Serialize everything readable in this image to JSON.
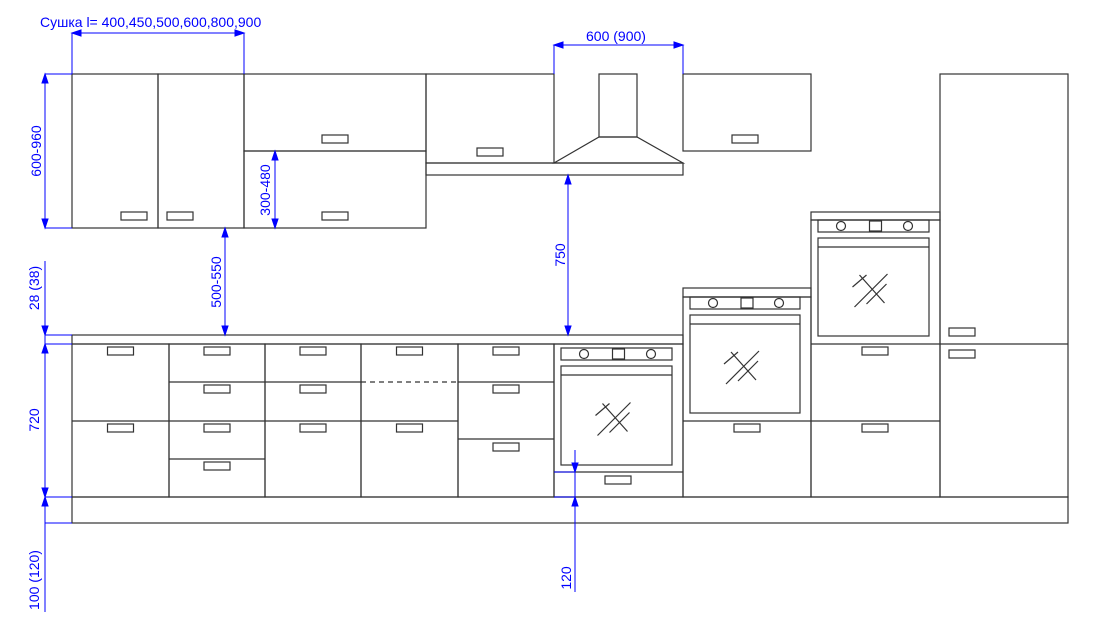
{
  "drawing": {
    "title": "Kitchen elevation",
    "colors": {
      "lines": "#333333",
      "dimensions": "#0000ff"
    },
    "dimensions": {
      "dryer_width": "Сушка l= 400,450,500,600,800,900",
      "hood_width": "600 (900)",
      "upper_height": "600-960",
      "upper_lower_part": "300-480",
      "gap_upper_counter": "500-550",
      "hood_to_counter": "750",
      "countertop": "28 (38)",
      "base_height": "720",
      "plinth": "100 (120)",
      "oven_offset": "120"
    }
  }
}
